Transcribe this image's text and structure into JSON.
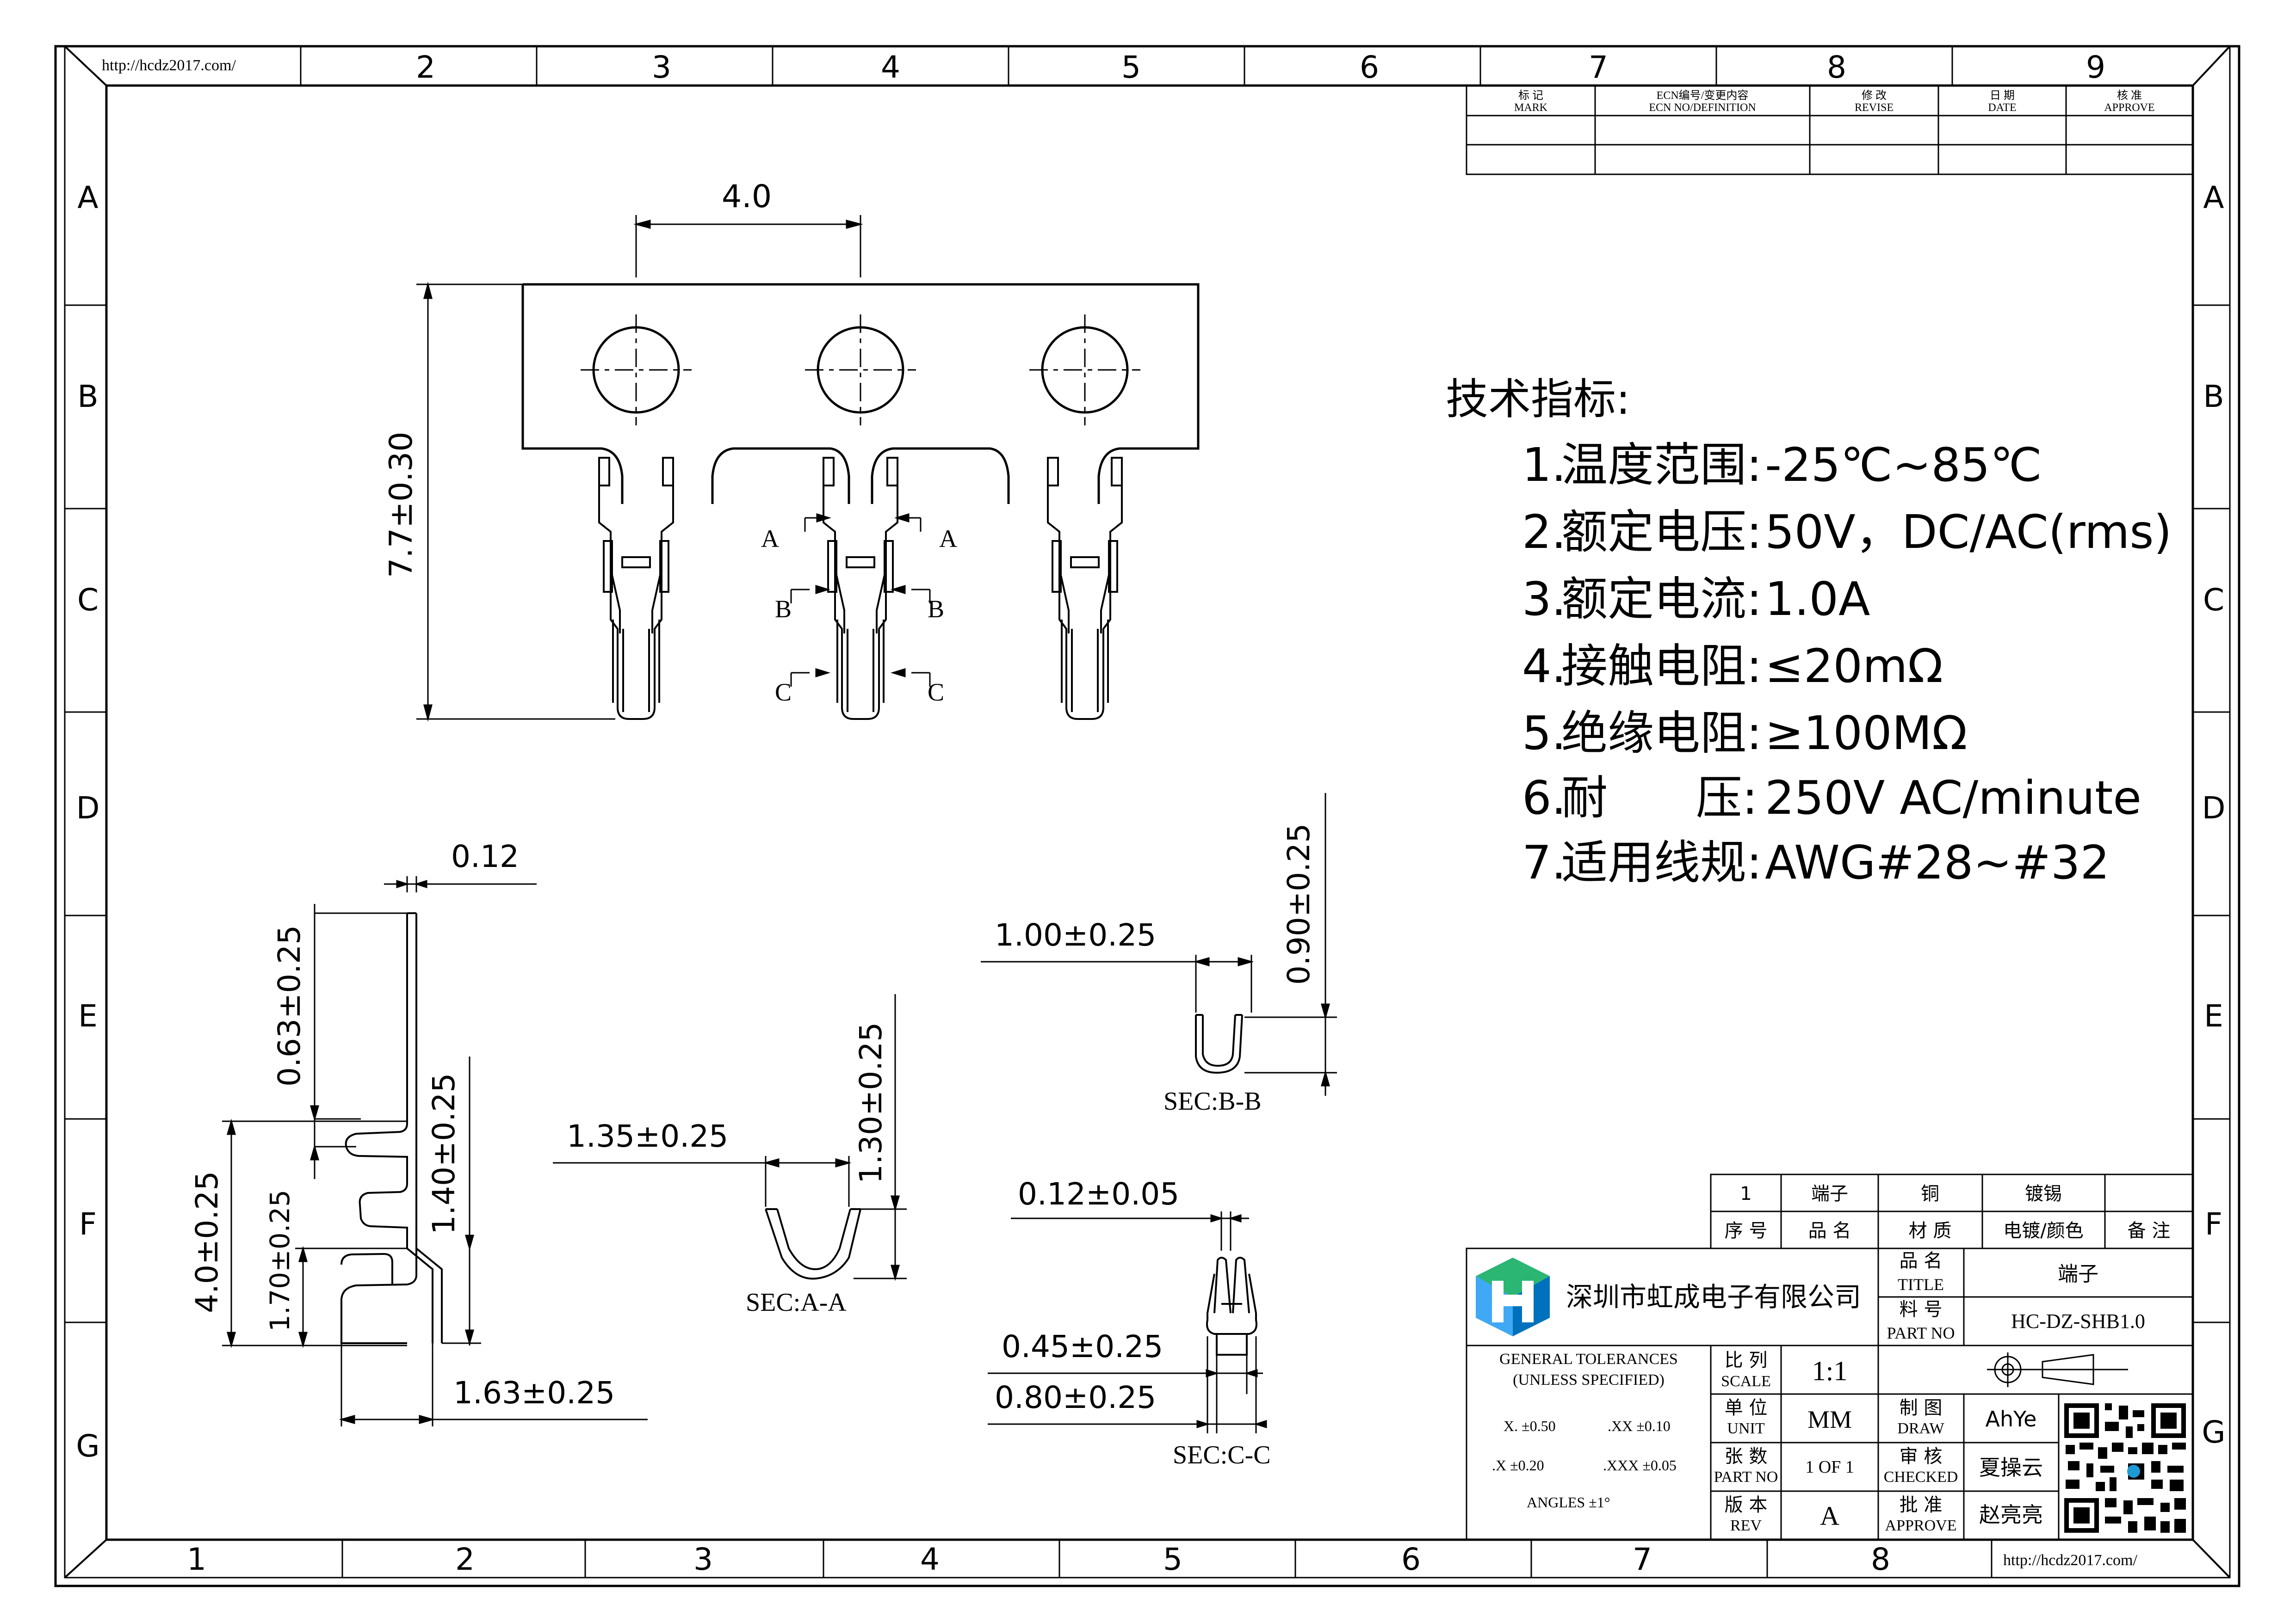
{
  "header": {
    "url_top": "http://hcdz2017.com/",
    "url_bottom": "http://hcdz2017.com/"
  },
  "border": {
    "top_cols": [
      "2",
      "3",
      "4",
      "5",
      "6",
      "7",
      "8",
      "9"
    ],
    "bottom_cols": [
      "1",
      "2",
      "3",
      "4",
      "5",
      "6",
      "7",
      "8"
    ],
    "rows": [
      "A",
      "B",
      "C",
      "D",
      "E",
      "F",
      "G"
    ]
  },
  "revision_table": {
    "headers": [
      {
        "cn": "标 记",
        "en": "MARK"
      },
      {
        "cn": "ECN编号/变更内容",
        "en": "ECN NO/DEFINITION"
      },
      {
        "cn": "修 改",
        "en": "REVISE"
      },
      {
        "cn": "日 期",
        "en": "DATE"
      },
      {
        "cn": "核 准",
        "en": "APPROVE"
      }
    ]
  },
  "drawing": {
    "pitch": "4.0",
    "height_dim": "7.7±0.30",
    "section_labels": {
      "a": "A",
      "b": "B",
      "c": "C"
    },
    "side_view": {
      "thickness": "0.12",
      "dim_063": "0.63±0.25",
      "dim_140": "1.40±0.25",
      "dim_40": "4.0±0.25",
      "dim_170": "1.70±0.25",
      "dim_163": "1.63±0.25"
    },
    "sec_aa": {
      "label": "SEC:A-A",
      "width": "1.35±0.25",
      "height": "1.30±0.25"
    },
    "sec_bb": {
      "label": "SEC:B-B",
      "width": "1.00±0.25",
      "height": "0.90±0.25"
    },
    "sec_cc": {
      "label": "SEC:C-C",
      "thickness": "0.12±0.05",
      "inner": "0.45±0.25",
      "outer": "0.80±0.25"
    }
  },
  "specs": {
    "title": "技术指标:",
    "items": [
      {
        "no": "1.",
        "label": "温度范围:",
        "value": "-25℃~85℃"
      },
      {
        "no": "2.",
        "label": "额定电压:",
        "value": "50V，DC/AC(rms)"
      },
      {
        "no": "3.",
        "label": "额定电流:",
        "value": "1.0A"
      },
      {
        "no": "4.",
        "label": "接触电阻:",
        "value": "≤20mΩ"
      },
      {
        "no": "5.",
        "label": "绝缘电阻:",
        "value": "≥100MΩ"
      },
      {
        "no": "6.",
        "label": "耐      压:",
        "value": "250V AC/minute"
      },
      {
        "no": "7.",
        "label": "适用线规:",
        "value": "AWG#28~#32"
      }
    ]
  },
  "bom": {
    "row": {
      "no": "1",
      "name": "端子",
      "material": "铜",
      "finish": "镀锡",
      "remark": ""
    },
    "headers": {
      "no": "序 号",
      "name": "品 名",
      "material": "材 质",
      "finish": "电镀/颜色",
      "remark": "备 注"
    }
  },
  "title_block": {
    "company": "深圳市虹成电子有限公司",
    "title_label_cn": "品 名",
    "title_label_en": "TITLE",
    "title_value": "端子",
    "part_label_cn": "料 号",
    "part_label_en": "PART NO",
    "part_value": "HC-DZ-SHB1.0",
    "tol_title": "GENERAL TOLERANCES",
    "tol_sub": "(UNLESS SPECIFIED)",
    "tol_x": "X. ±0.50",
    "tol_xx": ".XX ±0.10",
    "tol_x1": ".X ±0.20",
    "tol_xxx": ".XXX ±0.05",
    "tol_angles": "ANGLES   ±1°",
    "scale_cn": "比 列",
    "scale_en": "SCALE",
    "scale_value": "1:1",
    "unit_cn": "单 位",
    "unit_en": "UNIT",
    "unit_value": "MM",
    "sheets_cn": "张 数",
    "sheets_en": "PART NO",
    "sheets_value": "1 OF 1",
    "rev_cn": "版 本",
    "rev_en": "REV",
    "rev_value": "A",
    "draw_cn": "制 图",
    "draw_en": "DRAW",
    "draw_value": "AhYe",
    "check_cn": "审 核",
    "check_en": "CHECKED",
    "check_value": "夏操云",
    "approve_cn": "批 准",
    "approve_en": "APPROVE",
    "approve_value": "赵亮亮"
  }
}
